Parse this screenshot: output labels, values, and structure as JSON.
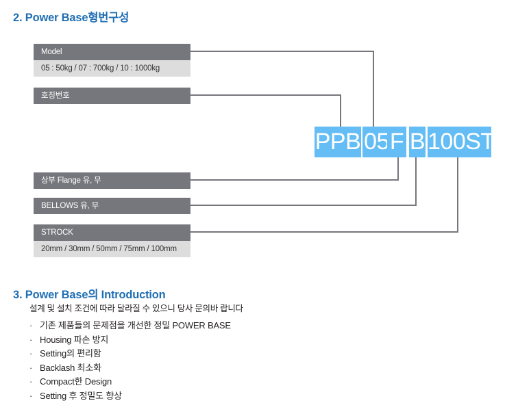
{
  "sections": {
    "model_code": {
      "heading_number": "2.",
      "heading_en": " Power Base",
      "heading_ko": "형번구성"
    },
    "introduction": {
      "heading_number": "3.",
      "heading_en": " Power Base",
      "heading_ko": "의",
      "heading_en2": " Introduction",
      "subtitle": "설계 및 설치 조건에 따라 달라질 수 있으니 당사 문의바 랍니다",
      "bullet_symbol": "·",
      "bullets": [
        "기존 제품들의 문제점을 개선한 정밀 POWER BASE",
        "Housing 파손 방지",
        "Setting의 편리함",
        "Backlash 최소화",
        "Compact한 Design",
        "Setting 후 정밀도 향상"
      ]
    }
  },
  "diagram": {
    "label_boxes": [
      {
        "id": "model",
        "header": "Model",
        "body": "05 : 50kg / 07 : 700kg / 10 : 1000kg"
      },
      {
        "id": "callno",
        "header": "호칭번호",
        "body": null
      },
      {
        "id": "flange",
        "header": "상부 Flange 유, 무",
        "body": null
      },
      {
        "id": "bellows",
        "header": "BELLOWS 유, 무",
        "body": null
      },
      {
        "id": "strock",
        "header": "STROCK",
        "body": "20mm / 30mm / 50mm / 75mm / 100mm"
      }
    ],
    "part_number_blocks": [
      {
        "id": "ppb",
        "text": "PPB"
      },
      {
        "id": "05",
        "text": "05"
      },
      {
        "id": "f",
        "text": "F"
      },
      {
        "id": "b",
        "text": "B"
      },
      {
        "id": "100st",
        "text": "100ST"
      }
    ],
    "colors": {
      "header_gray": "#76767d",
      "body_gray": "#dddddd",
      "block_blue": "#64bdf4",
      "heading_blue": "#1f6eb4",
      "connector": "#76767d"
    }
  }
}
